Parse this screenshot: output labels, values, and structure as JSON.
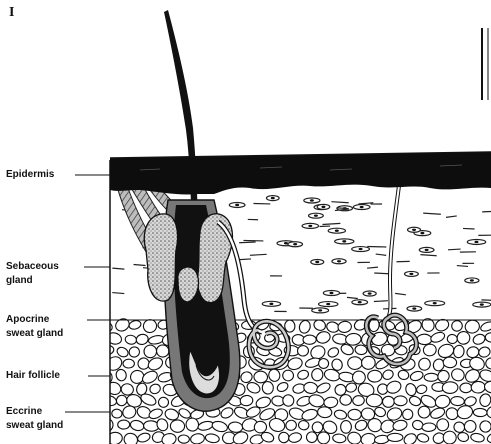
{
  "figure_label": "I",
  "labels": {
    "epidermis": "Epidermis",
    "sebaceous_line1": "Sebaceous",
    "sebaceous_line2": "gland",
    "apocrine_line1": "Apocrine",
    "apocrine_line2": "sweat gland",
    "hair_follicle": "Hair follicle",
    "eccrine_line1": "Eccrine",
    "eccrine_line2": "sweat gland"
  },
  "colors": {
    "ink": "#111111",
    "epidermis": "#0d0d0d",
    "gland_stipple": "#8a8a8a",
    "background": "#ffffff"
  }
}
